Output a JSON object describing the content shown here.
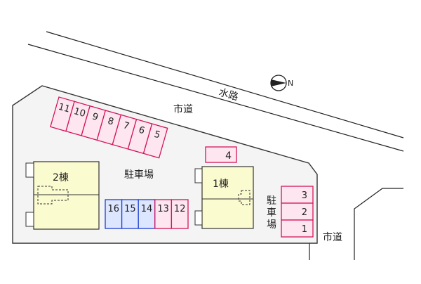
{
  "map": {
    "colors": {
      "site_fill": "#f4f4f4",
      "site_stroke": "#333333",
      "building_fill": "#fbfbd0",
      "parking_red_stroke": "#d4145a",
      "parking_red_fill": "#fde6ef",
      "parking_blue_stroke": "#1e3fd0",
      "parking_blue_fill": "#dde6ff",
      "line": "#222222"
    },
    "labels": {
      "waterway": "水路",
      "city_road_top": "市道",
      "city_road_right": "市道",
      "parking_center": "駐車場",
      "parking_right_chars": [
        "駐",
        "車",
        "場"
      ],
      "building_1": "1棟",
      "building_2": "2棟",
      "north_letter": "N"
    },
    "parking_diagonal": [
      "11",
      "10",
      "9",
      "8",
      "7",
      "6",
      "5"
    ],
    "parking_single": "4",
    "parking_right": [
      "3",
      "2",
      "1"
    ],
    "parking_blue": [
      "16",
      "15",
      "14"
    ],
    "parking_red_bottom": [
      "13",
      "12"
    ]
  }
}
